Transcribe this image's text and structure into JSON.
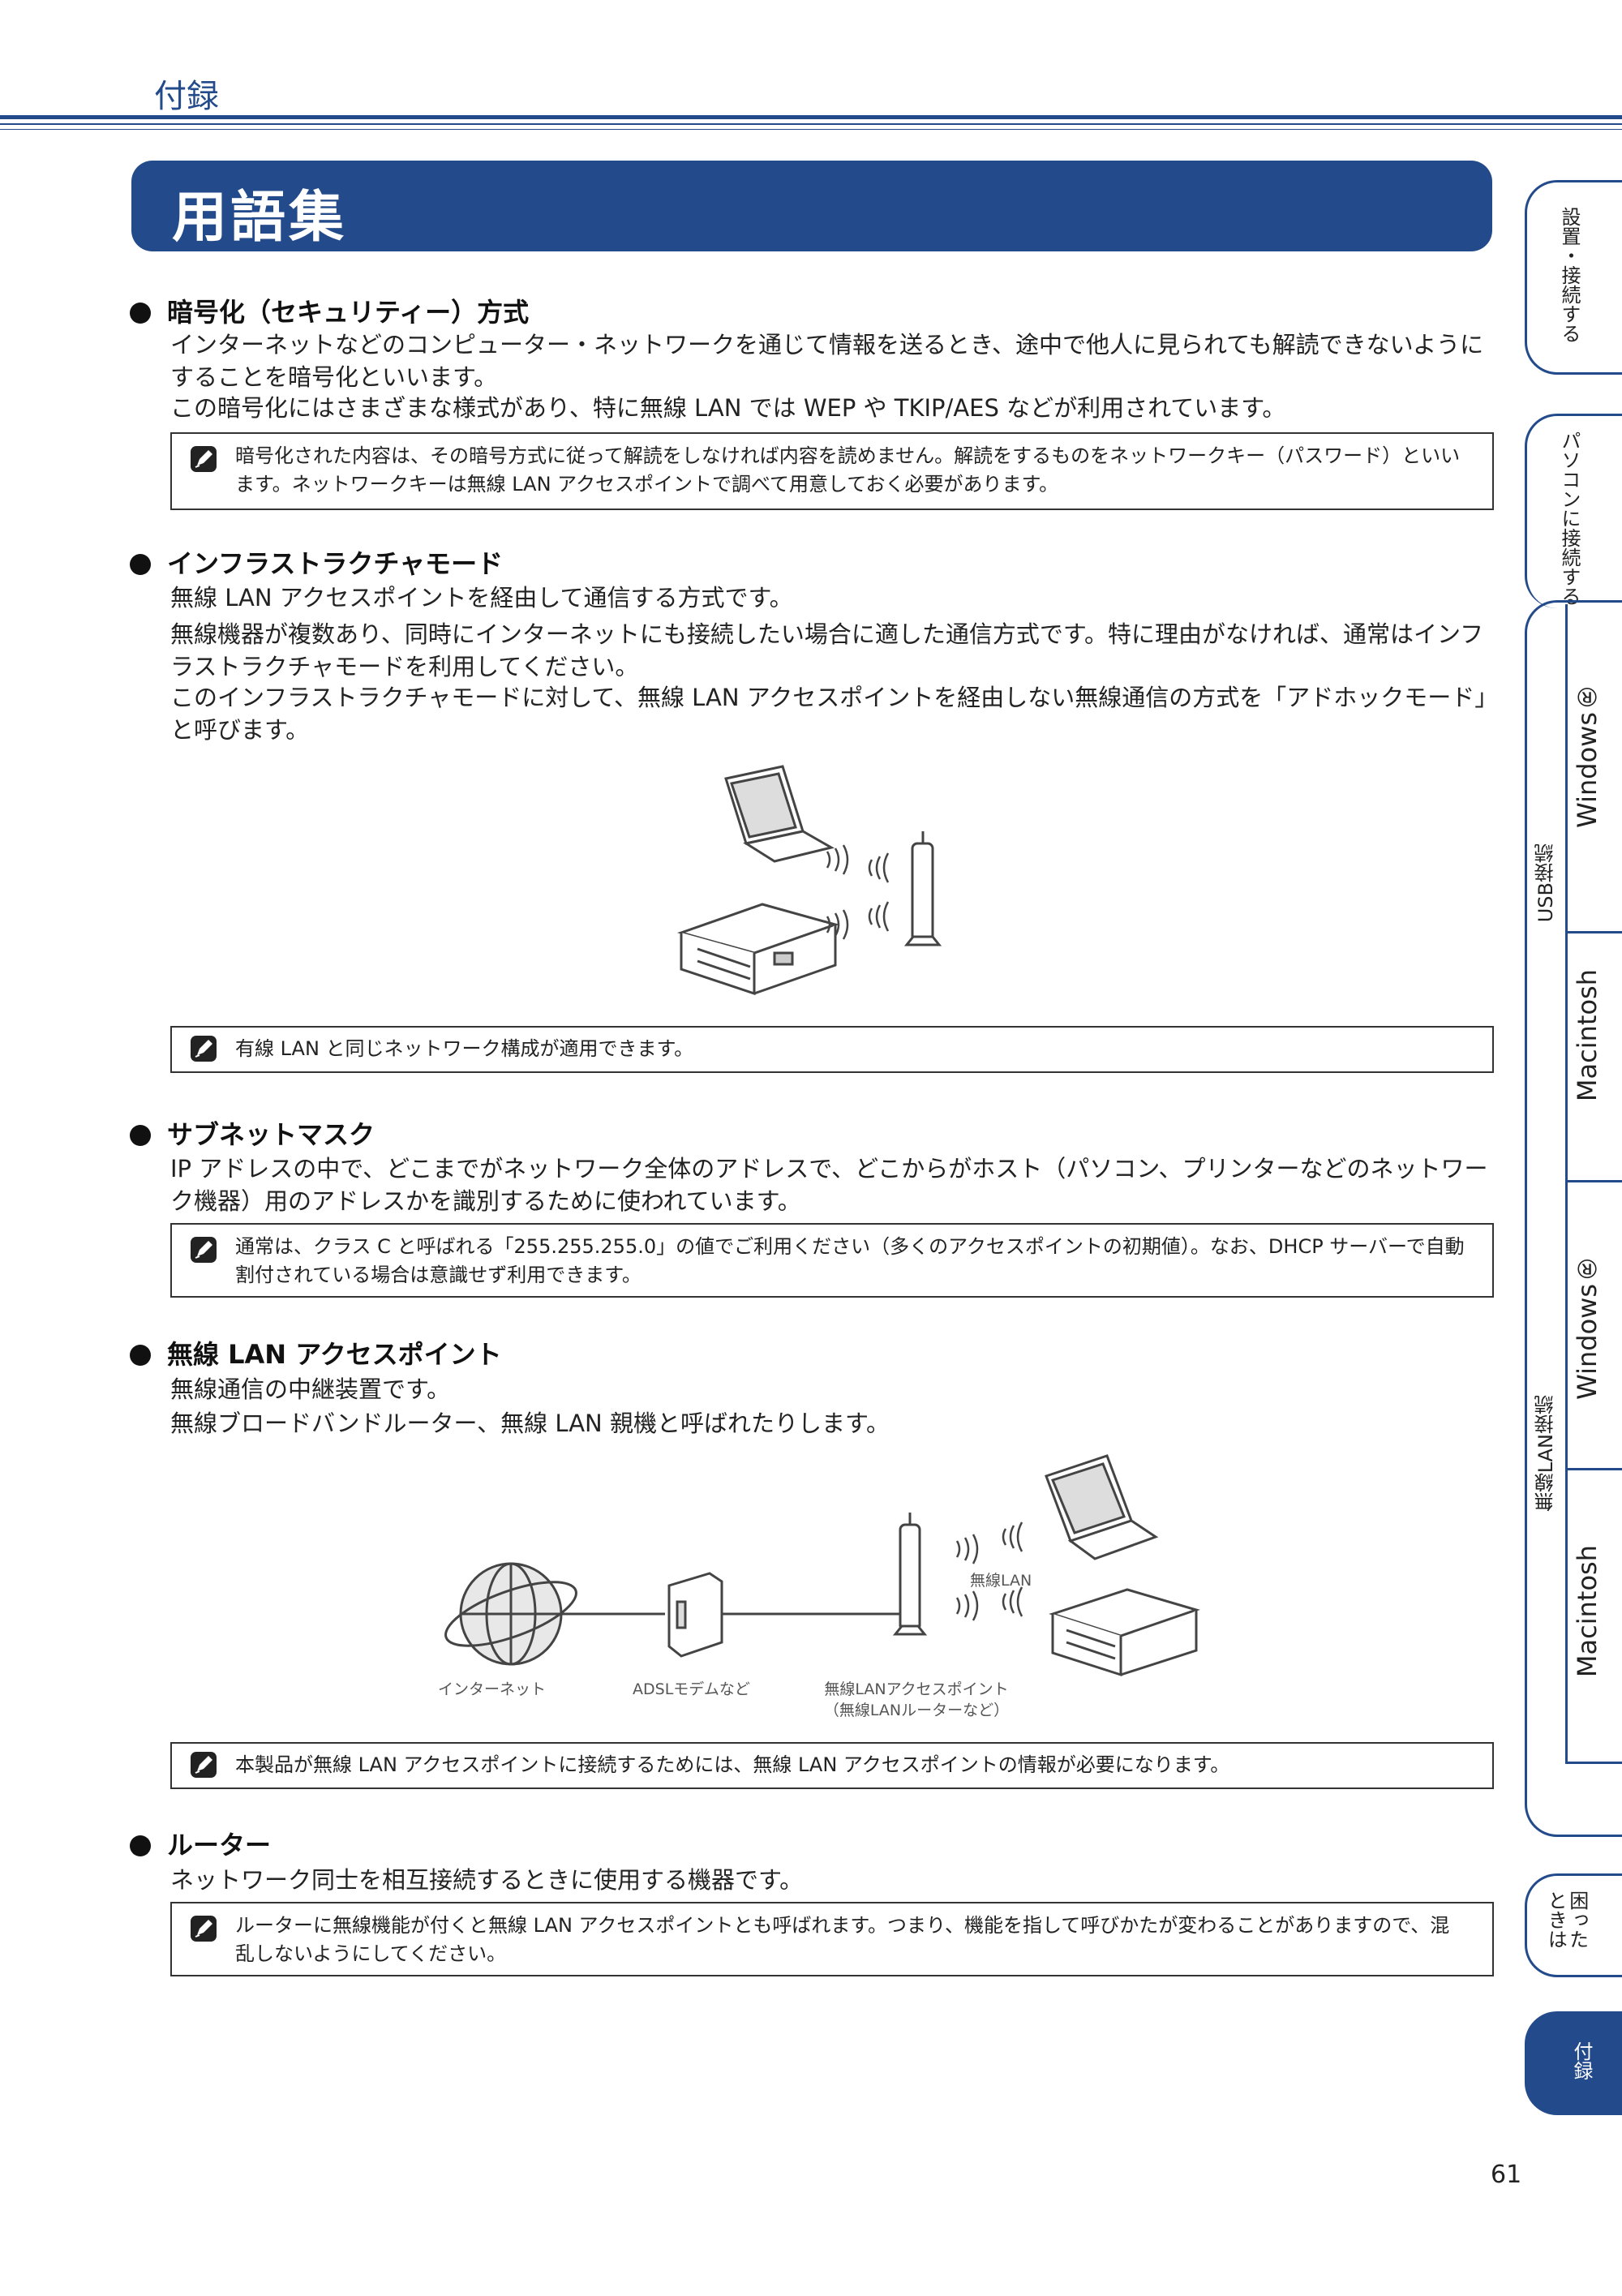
{
  "header": {
    "chapter": "付録",
    "title": "用語集"
  },
  "sections": [
    {
      "heading": "暗号化（セキュリティー）方式",
      "paragraphs": [
        "インターネットなどのコンピューター・ネットワークを通じて情報を送るとき、途中で他人に見られても解読できないようにすることを暗号化といいます。",
        "この暗号化にはさまざまな様式があり、特に無線 LAN では WEP や TKIP/AES などが利用されています。"
      ],
      "note": "暗号化された内容は、その暗号方式に従って解読をしなければ内容を読めません。解読をするものをネットワークキー（パスワード）といいます。ネットワークキーは無線 LAN アクセスポイントで調べて用意しておく必要があります。"
    },
    {
      "heading": "インフラストラクチャモード",
      "paragraphs": [
        "無線 LAN アクセスポイントを経由して通信する方式です。",
        "無線機器が複数あり、同時にインターネットにも接続したい場合に適した通信方式です。特に理由がなければ、通常はインフラストラクチャモードを利用してください。",
        "このインフラストラクチャモードに対して、無線 LAN アクセスポイントを経由しない無線通信の方式を「アドホックモード」と呼びます。"
      ],
      "note": "有線 LAN と同じネットワーク構成が適用できます。"
    },
    {
      "heading": "サブネットマスク",
      "paragraphs": [
        "IP アドレスの中で、どこまでがネットワーク全体のアドレスで、どこからがホスト（パソコン、プリンターなどのネットワーク機器）用のアドレスかを識別するために使われています。"
      ],
      "note": "通常は、クラス C と呼ばれる「255.255.255.0」の値でご利用ください（多くのアクセスポイントの初期値）。なお、DHCP サーバーで自動割付されている場合は意識せず利用できます。"
    },
    {
      "heading": "無線 LAN アクセスポイント",
      "paragraphs": [
        "無線通信の中継装置です。",
        "無線ブロードバンドルーター、無線 LAN 親機と呼ばれたりします。"
      ],
      "note": "本製品が無線 LAN アクセスポイントに接続するためには、無線 LAN アクセスポイントの情報が必要になります。"
    },
    {
      "heading": "ルーター",
      "paragraphs": [
        "ネットワーク同士を相互接続するときに使用する機器です。"
      ],
      "note": "ルーターに無線機能が付くと無線 LAN アクセスポイントとも呼ばれます。つまり、機能を指して呼びかたが変わることがありますので、混乱しないようにしてください。"
    }
  ],
  "figure2": {
    "internet": "インターネット",
    "modem": "ADSLモデムなど",
    "ap_line1": "無線LANアクセスポイント",
    "ap_line2": "（無線LANルーターなど）",
    "wireless": "無線LAN"
  },
  "side_tabs": {
    "setup": "設置・接続する",
    "pc": "パソコンに接続する",
    "usb": "USB接続",
    "wlan": "無線LAN接続",
    "windows": "Windows®",
    "macintosh": "Macintosh",
    "trouble": "困ったときは",
    "appendix": "付録"
  },
  "page_number": "61",
  "colors": {
    "accent": "#234a8a"
  }
}
